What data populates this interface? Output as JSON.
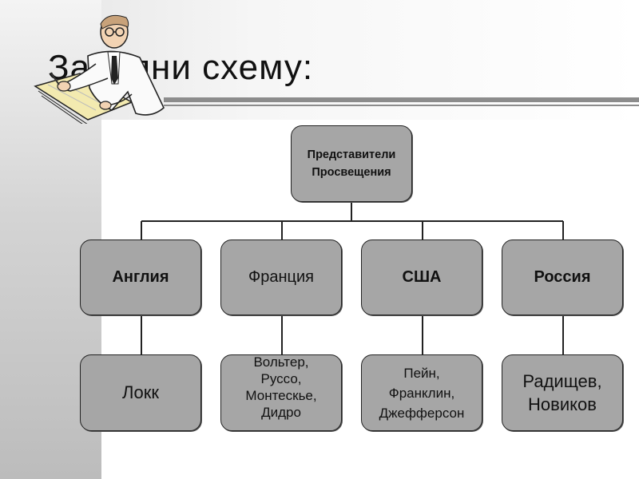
{
  "slide": {
    "title": "Заполни схему:"
  },
  "diagram": {
    "root": {
      "label": "Представители\nПросвещения"
    },
    "countries": [
      {
        "label": "Англия",
        "bold": true
      },
      {
        "label": "Франция",
        "bold": false
      },
      {
        "label": "США",
        "bold": true
      },
      {
        "label": "Россия",
        "bold": true
      }
    ],
    "representatives": [
      {
        "label": "Локк"
      },
      {
        "label": "Вольтер,\nРуссо,\nМонтескье,\nДидро"
      },
      {
        "label": "Пейн,\nФранклин,\nДжефферсон"
      },
      {
        "label": "Радищев,\nНовиков"
      }
    ]
  },
  "decoration": {
    "clipart": "scholar-writing-icon",
    "box_fill": "#a6a6a6",
    "rule_color": "#8c8c8c"
  }
}
